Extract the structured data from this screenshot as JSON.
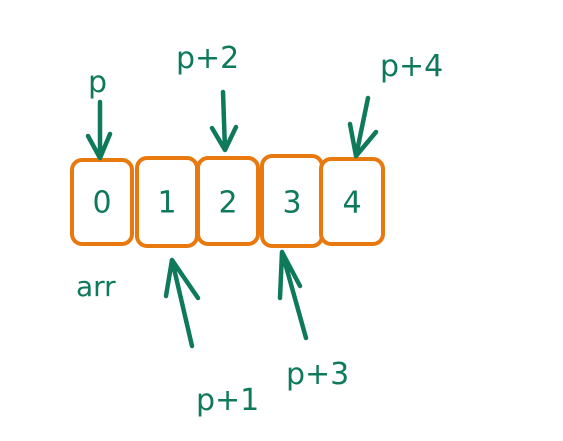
{
  "array": {
    "name": "arr",
    "cells": [
      "0",
      "1",
      "2",
      "3",
      "4"
    ]
  },
  "pointers": [
    {
      "label": "p",
      "index": 0
    },
    {
      "label": "p+1",
      "index": 1
    },
    {
      "label": "p+2",
      "index": 2
    },
    {
      "label": "p+3",
      "index": 3
    },
    {
      "label": "p+4",
      "index": 4
    }
  ],
  "colors": {
    "box_stroke": "#e8790e",
    "ink": "#0f7a5a",
    "background": "#ffffff"
  }
}
